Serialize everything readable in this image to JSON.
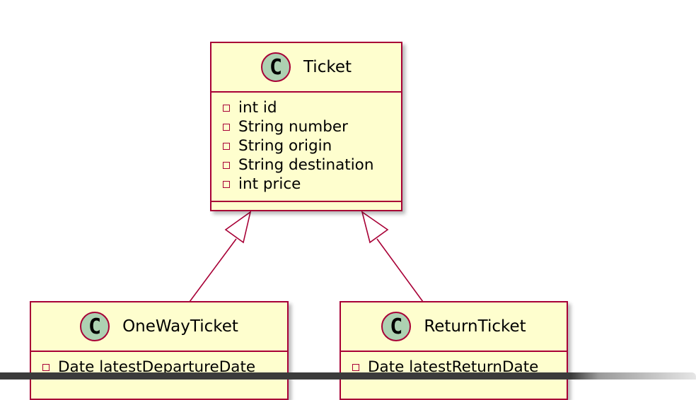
{
  "diagram": {
    "classes": [
      {
        "id": "ticket",
        "stereotype": "C",
        "name": "Ticket",
        "attributes": [
          {
            "visibility": "private",
            "text": "int id"
          },
          {
            "visibility": "private",
            "text": "String number"
          },
          {
            "visibility": "private",
            "text": "String origin"
          },
          {
            "visibility": "private",
            "text": "String destination"
          },
          {
            "visibility": "private",
            "text": "int price"
          }
        ]
      },
      {
        "id": "one-way-ticket",
        "stereotype": "C",
        "name": "OneWayTicket",
        "attributes": [
          {
            "visibility": "private",
            "text": "Date latestDepartureDate"
          }
        ]
      },
      {
        "id": "return-ticket",
        "stereotype": "C",
        "name": "ReturnTicket",
        "attributes": [
          {
            "visibility": "private",
            "text": "Date latestReturnDate"
          }
        ]
      }
    ],
    "relations": [
      {
        "type": "generalization",
        "from": "OneWayTicket",
        "to": "Ticket"
      },
      {
        "type": "generalization",
        "from": "ReturnTicket",
        "to": "Ticket"
      }
    ],
    "colors": {
      "class_fill": "#fefece",
      "border": "#a80036",
      "stereotype_circle": "#add1b2"
    }
  }
}
